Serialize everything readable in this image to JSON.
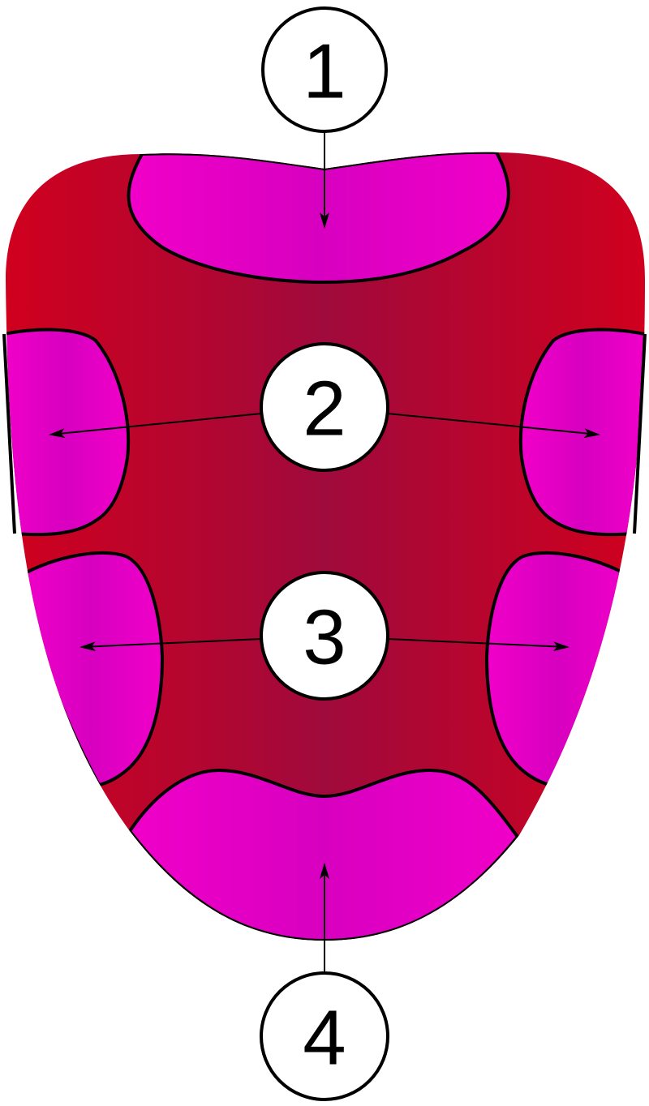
{
  "colors": {
    "tongue_edge": "#d0001e",
    "tongue_center": "#a00a3c",
    "zone_fill": "#f000c8",
    "zone_fill_center": "#d800c0",
    "outline": "#000000",
    "callout_fill": "#ffffff"
  },
  "callouts": [
    {
      "id": "1",
      "label": "1"
    },
    {
      "id": "2",
      "label": "2"
    },
    {
      "id": "3",
      "label": "3"
    },
    {
      "id": "4",
      "label": "4"
    }
  ]
}
